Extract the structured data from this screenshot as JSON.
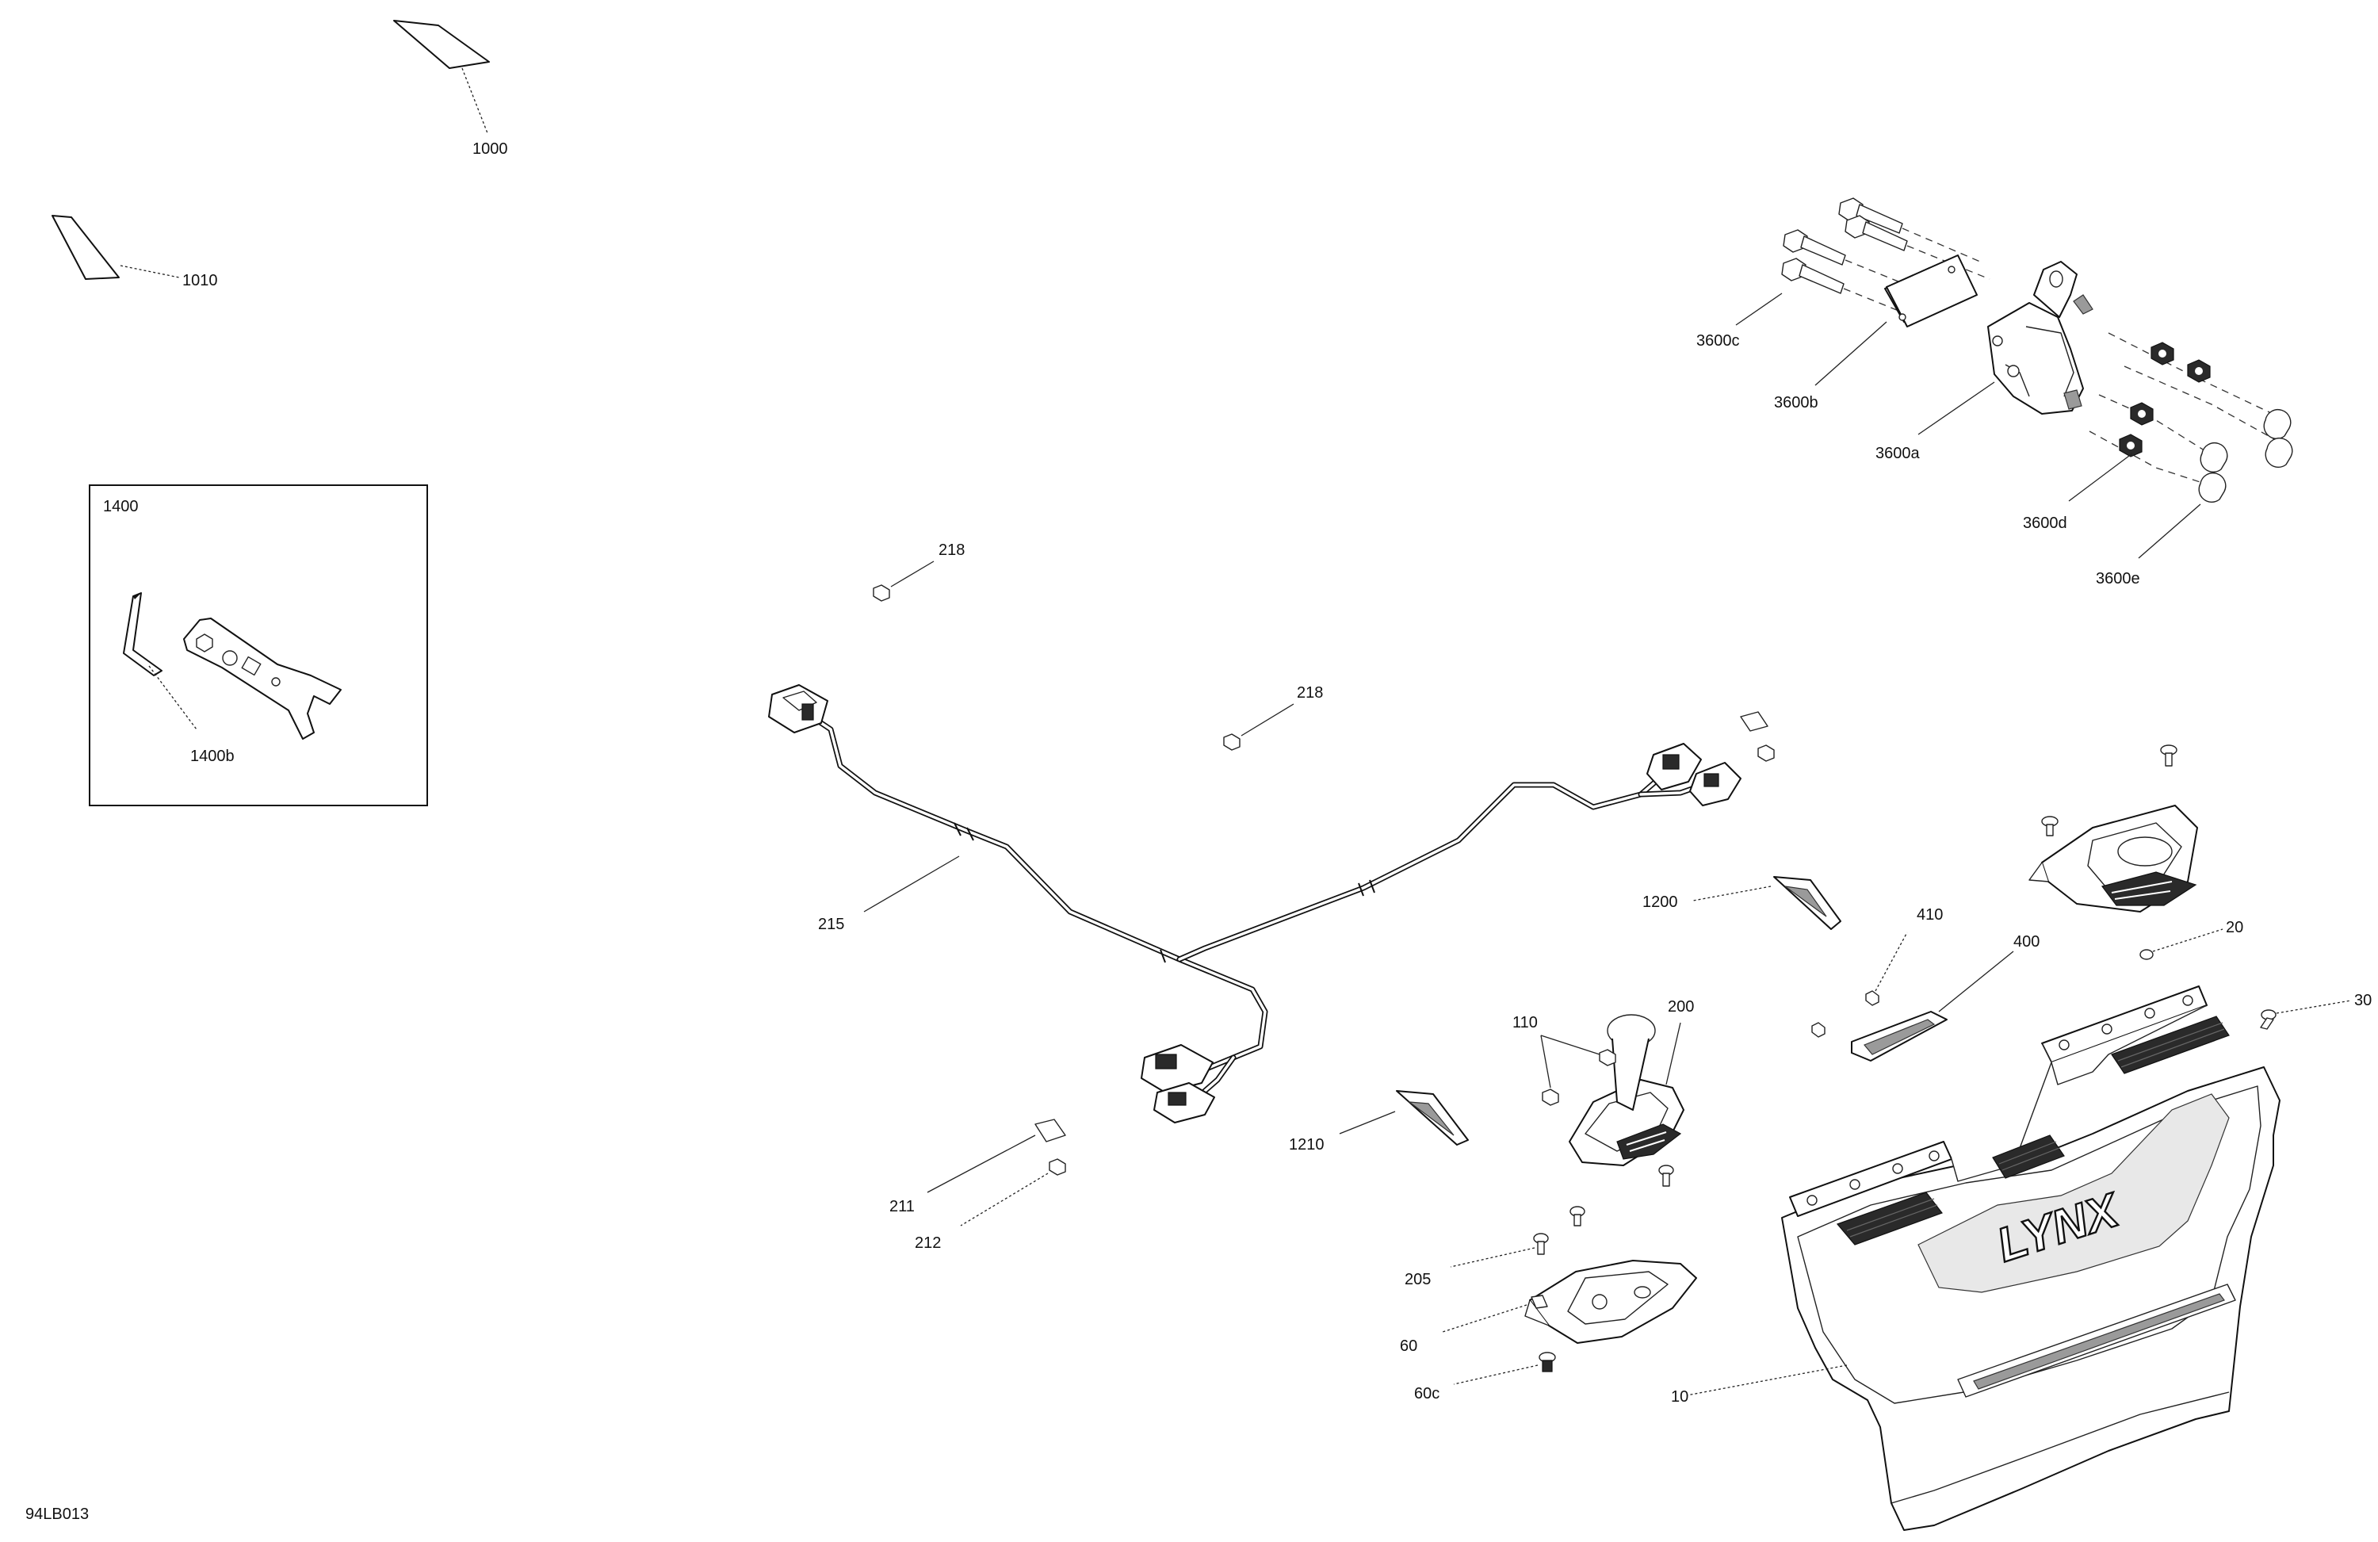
{
  "drawing_id": "94LB013",
  "callouts": {
    "c1000": "1000",
    "c1010": "1010",
    "c1400": "1400",
    "c1400b": "1400b",
    "c3600c": "3600c",
    "c3600b": "3600b",
    "c3600a": "3600a",
    "c3600d": "3600d",
    "c3600e": "3600e",
    "c218a": "218",
    "c218b": "218",
    "c215": "215",
    "c211": "211",
    "c212": "212",
    "c1200": "1200",
    "c410": "410",
    "c400": "400",
    "c20": "20",
    "c30": "30",
    "c110": "110",
    "c200": "200",
    "c1210": "1210",
    "c205": "205",
    "c60": "60",
    "c60c": "60c",
    "c10": "10"
  },
  "brand_text": "LYNX"
}
